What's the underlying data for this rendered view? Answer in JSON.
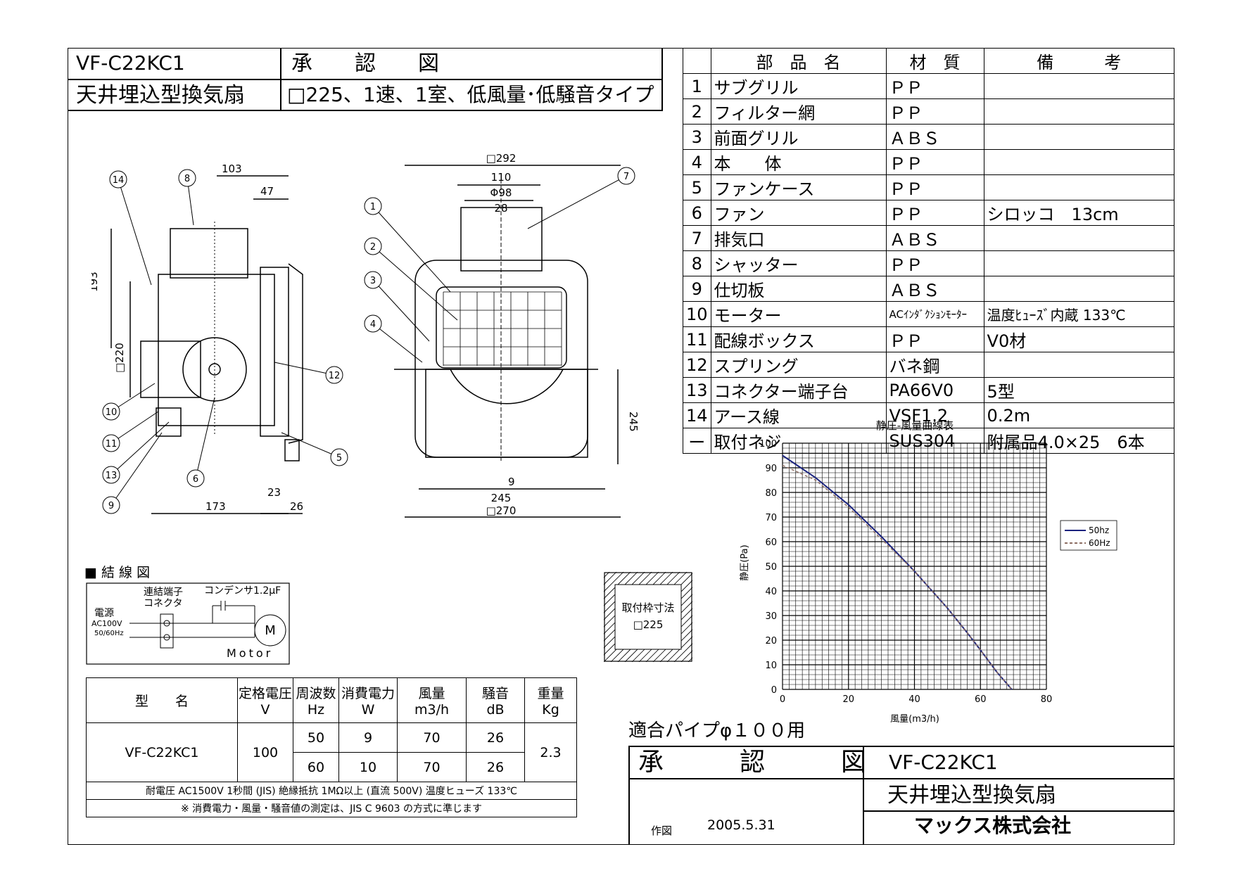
{
  "title_block": {
    "model": "VF-C22KC1",
    "doc_title": "承　　認　　図",
    "product_name": "天井埋込型換気扇",
    "description": "□225、1速、1室、低風量･低騒音タイプ"
  },
  "parts_table": {
    "headers": [
      "部　品　名",
      "材　質",
      "備　　　考"
    ],
    "rows": [
      {
        "no": "1",
        "name": "サブグリル",
        "material": "ＰＰ",
        "note": ""
      },
      {
        "no": "2",
        "name": "フィルター網",
        "material": "ＰＰ",
        "note": ""
      },
      {
        "no": "3",
        "name": "前面グリル",
        "material": "ＡＢＳ",
        "note": ""
      },
      {
        "no": "4",
        "name": "本　　体",
        "material": "ＰＰ",
        "note": ""
      },
      {
        "no": "5",
        "name": "ファンケース",
        "material": "ＰＰ",
        "note": ""
      },
      {
        "no": "6",
        "name": "ファン",
        "material": "ＰＰ",
        "note": "シロッコ　13cm"
      },
      {
        "no": "7",
        "name": "排気口",
        "material": "ＡＢＳ",
        "note": ""
      },
      {
        "no": "8",
        "name": "シャッター",
        "material": "ＰＰ",
        "note": ""
      },
      {
        "no": "9",
        "name": "仕切板",
        "material": "ＡＢＳ",
        "note": ""
      },
      {
        "no": "10",
        "name": "モーター",
        "material": "ACｲﾝﾀﾞｸｼｮﾝﾓｰﾀｰ",
        "note": "温度ﾋｭｰｽﾞ内蔵 133℃"
      },
      {
        "no": "11",
        "name": "配線ボックス",
        "material": "ＰＰ",
        "note": "V0材"
      },
      {
        "no": "12",
        "name": "スプリング",
        "material": "バネ鋼",
        "note": ""
      },
      {
        "no": "13",
        "name": "コネクター端子台",
        "material": "PA66V0",
        "note": "5型"
      },
      {
        "no": "14",
        "name": "アース線",
        "material": "VSF1.2",
        "note": "0.2m"
      },
      {
        "no": "ー",
        "name": "取付ネジ",
        "material": "SUS304",
        "note": "附属品4.0×25　6本"
      }
    ]
  },
  "side_view": {
    "labels": {
      "dim_103": "103",
      "dim_47": "47",
      "dim_193": "193",
      "dim_220": "□220",
      "dim_173": "173",
      "dim_23": "23",
      "dim_26": "26"
    },
    "callouts": [
      "14",
      "8",
      "10",
      "11",
      "13",
      "9",
      "6",
      "12",
      "5"
    ]
  },
  "front_view": {
    "labels": {
      "dim_292": "□292",
      "dim_110": "110",
      "dim_98": "Φ98",
      "dim_28": "28",
      "dim_245v": "245",
      "dim_9": "9",
      "dim_245h": "245",
      "dim_270": "□270"
    },
    "callouts": [
      "1",
      "2",
      "3",
      "4",
      "7"
    ]
  },
  "wiring": {
    "heading": "■ 結 線 図",
    "terminal_label_1": "連結端子",
    "terminal_label_2": "コネクタ",
    "capacitor": "コンデンサ1.2μF",
    "power_1": "電源",
    "power_2": "AC100V",
    "power_3": "50/60Hz",
    "motor_symbol": "M",
    "motor_label": "Motor"
  },
  "mount_box": {
    "line1": "取付枠寸法",
    "line2": "□225"
  },
  "spec_table": {
    "headers": [
      {
        "line1": "型　　名",
        "line2": ""
      },
      {
        "line1": "定格電圧",
        "line2": "V"
      },
      {
        "line1": "周波数",
        "line2": "Hz"
      },
      {
        "line1": "消費電力",
        "line2": "W"
      },
      {
        "line1": "風量",
        "line2": "m3/h"
      },
      {
        "line1": "騒音",
        "line2": "dB"
      },
      {
        "line1": "重量",
        "line2": "Kg"
      }
    ],
    "model": "VF-C22KC1",
    "voltage": "100",
    "rows": [
      {
        "hz": "50",
        "w": "9",
        "flow": "70",
        "db": "26"
      },
      {
        "hz": "60",
        "w": "10",
        "flow": "70",
        "db": "26"
      }
    ],
    "weight": "2.3",
    "note1": "耐電圧 AC1500V 1秒間 (JIS) 絶縁抵抗 1MΩ以上 (直流 500V) 温度ヒューズ 133℃",
    "note2": "※ 消費電力・風量・騒音値の測定は、JIS C 9603 の方式に準じます"
  },
  "chart_data": {
    "type": "line",
    "title": "静圧-風量曲線表",
    "xlabel": "風量(m3/h)",
    "ylabel": "静圧(Pa)",
    "xlim": [
      0,
      80
    ],
    "ylim": [
      0,
      100
    ],
    "xticks": [
      "0",
      "20",
      "40",
      "60",
      "80"
    ],
    "yticks": [
      "0",
      "10",
      "20",
      "30",
      "40",
      "50",
      "60",
      "70",
      "80",
      "90",
      "100"
    ],
    "grid": true,
    "legend_position": "right",
    "series": [
      {
        "name": "50hz",
        "color": "#1a237e",
        "style": "solid",
        "x": [
          0,
          10,
          20,
          30,
          40,
          50,
          56,
          60,
          65,
          69.5
        ],
        "y": [
          95,
          86,
          75,
          62,
          48,
          33,
          23,
          16,
          7,
          0
        ]
      },
      {
        "name": "60Hz",
        "color": "#8d6e63",
        "style": "dashed",
        "x": [
          0,
          10,
          20,
          30,
          40,
          50,
          56,
          60,
          65,
          69.5
        ],
        "y": [
          91,
          85,
          74,
          61,
          48,
          33,
          23,
          16,
          7,
          0
        ]
      }
    ]
  },
  "footer": {
    "pipe": "適合パイプφ１００用",
    "doc_title": "承　　　認　　　図",
    "model": "VF-C22KC1",
    "product_name": "天井埋込型換気扇",
    "drawn_label": "作図",
    "date": "2005.5.31",
    "company": "マックス株式会社"
  }
}
